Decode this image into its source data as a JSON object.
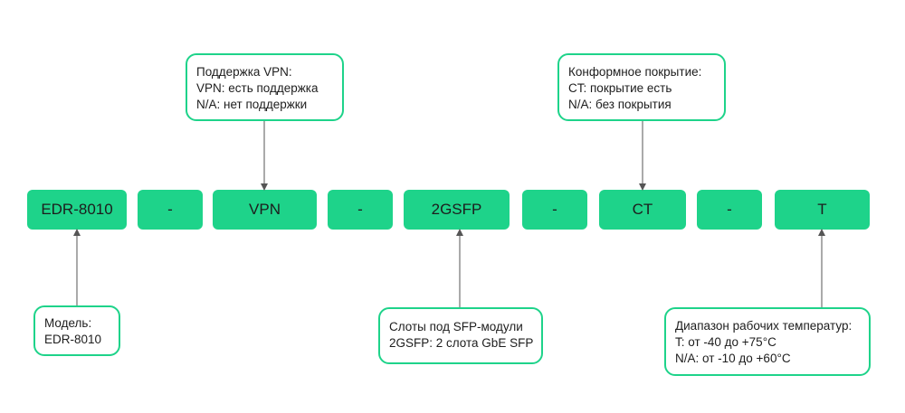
{
  "segments": {
    "model": "EDR-8010",
    "dash1": "-",
    "vpn": "VPN",
    "dash2": "-",
    "sfp": "2GSFP",
    "dash3": "-",
    "ct": "CT",
    "dash4": "-",
    "temp": "T"
  },
  "notes": {
    "vpn": [
      "Поддержка VPN:",
      "VPN: есть поддержка",
      "N/A: нет поддержки"
    ],
    "coating": [
      "Конформное покрытие:",
      "CT: покрытие есть",
      "N/A: без покрытия"
    ],
    "model": [
      "Модель:",
      "EDR-8010"
    ],
    "sfp": [
      "Слоты под SFP-модули",
      "2GSFP: 2 слота GbE SFP"
    ],
    "temp": [
      "Диапазон рабочих температур:",
      "T: от -40 до +75°C",
      "N/A: от -10 до +60°C"
    ]
  },
  "colors": {
    "accent": "#1ed38a",
    "text": "#1d1d1d",
    "arrow": "#555555"
  }
}
